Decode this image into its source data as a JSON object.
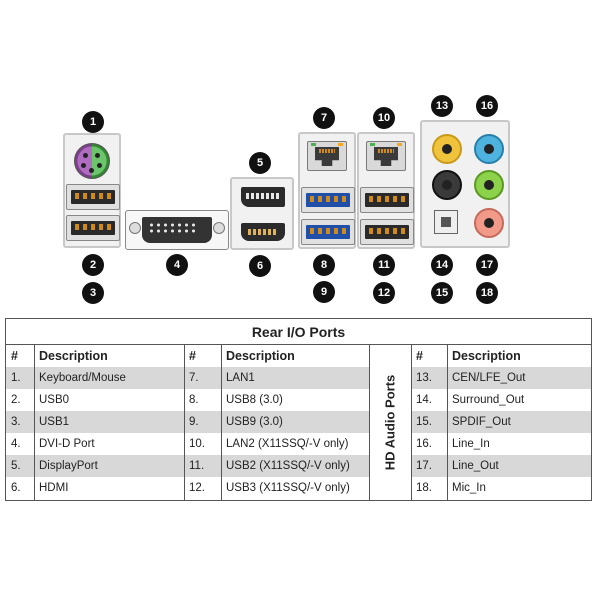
{
  "badges": [
    "1",
    "2",
    "3",
    "4",
    "5",
    "6",
    "7",
    "8",
    "9",
    "10",
    "11",
    "12",
    "13",
    "14",
    "15",
    "16",
    "17",
    "18"
  ],
  "table": {
    "title": "Rear I/O Ports",
    "header": {
      "num": "#",
      "desc": "Description"
    },
    "section_label": "HD Audio Ports",
    "left": [
      {
        "num": "1.",
        "desc": "Keyboard/Mouse"
      },
      {
        "num": "2.",
        "desc": "USB0"
      },
      {
        "num": "3.",
        "desc": "USB1"
      },
      {
        "num": "4.",
        "desc": "DVI-D Port"
      },
      {
        "num": "5.",
        "desc": "DisplayPort"
      },
      {
        "num": "6.",
        "desc": "HDMI"
      }
    ],
    "middle": [
      {
        "num": "7.",
        "desc": "LAN1"
      },
      {
        "num": "8.",
        "desc": "USB8 (3.0)"
      },
      {
        "num": "9.",
        "desc": "USB9 (3.0)"
      },
      {
        "num": "10.",
        "desc": "LAN2 (X11SSQ/-V only)"
      },
      {
        "num": "11.",
        "desc": "USB2 (X11SSQ/-V only)"
      },
      {
        "num": "12.",
        "desc": "USB3 (X11SSQ/-V only)"
      }
    ],
    "right": [
      {
        "num": "13.",
        "desc": "CEN/LFE_Out"
      },
      {
        "num": "14.",
        "desc": "Surround_Out"
      },
      {
        "num": "15.",
        "desc": "SPDIF_Out"
      },
      {
        "num": "16.",
        "desc": "Line_In"
      },
      {
        "num": "17.",
        "desc": "Line_Out"
      },
      {
        "num": "18.",
        "desc": "Mic_In"
      }
    ]
  },
  "colors": {
    "row_shade": "#d8d8d8",
    "badge": "#111111",
    "ps2_keyboard": "#b06cc0",
    "ps2_mouse": "#6cc46c",
    "usb3_blue": "#1f4fa8",
    "jack_cen_lfe": "#f0c33c",
    "jack_surround": "#222222",
    "jack_line_in": "#4fb3e0",
    "jack_line_out": "#8cd24a",
    "jack_mic": "#f29a8a"
  }
}
